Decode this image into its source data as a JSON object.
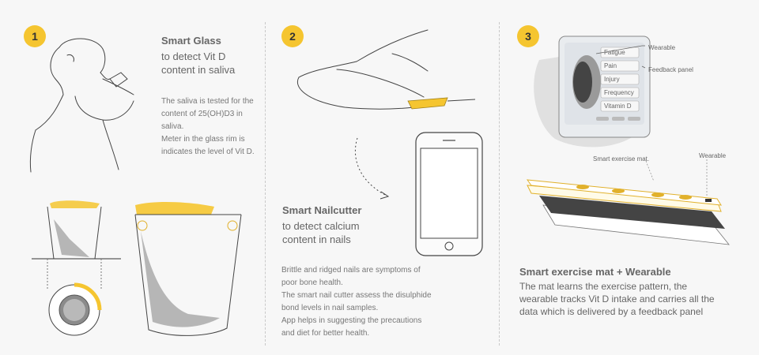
{
  "panels": [
    {
      "number": "1",
      "title": "Smart Glass",
      "subtitle": [
        "to detect Vit D",
        "content in saliva"
      ],
      "body": [
        "The saliva is tested for the",
        "content of 25(OH)D3 in",
        "saliva.",
        "Meter in the glass rim is",
        "indicates the level of Vit D."
      ]
    },
    {
      "number": "2",
      "title": "Smart Nailcutter",
      "subtitle": [
        "to detect calcium",
        "content in nails"
      ],
      "body": [
        "Brittle and ridged nails are symptoms of",
        "poor bone health.",
        "The smart nail cutter assess the disulphide",
        "bond levels in nail samples.",
        "App helps in suggesting the precautions",
        "and diet for better health."
      ]
    },
    {
      "number": "3",
      "title": "Smart exercise mat + Wearable",
      "body": [
        "The mat learns the exercise pattern, the",
        "wearable tracks Vit D intake and carries all the",
        "data which is delivered by a feedback panel"
      ],
      "callouts": {
        "wearable_top": "Wearable",
        "feedback_panel": "Feedback panel",
        "exercise_mat": "Smart exercise mat.",
        "wearable_mat": "Wearable"
      },
      "panel_items": [
        "Fatigue",
        "Pain",
        "Injury",
        "Frequency",
        "Vitamin D"
      ]
    }
  ],
  "colors": {
    "accent": "#f5c530",
    "text": "#666666",
    "line": "#444444"
  }
}
